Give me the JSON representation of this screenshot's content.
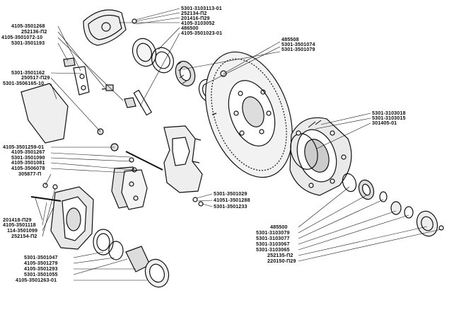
{
  "title": "Front brake mechanism and wheel hub assembly (exploded view)",
  "labels": {
    "top_right": [
      "5301-3103113-01",
      "252134-П2",
      "201416-П29",
      "4105-3103052",
      "486500",
      "4105-3501023-01"
    ],
    "upper_left": [
      "4105-3501268",
      "252136-П2",
      "4105-3501072-10",
      "5301-3501193"
    ],
    "left_mid": [
      "5301-3501162",
      "250517-П29",
      "5301-3506165-10"
    ],
    "disc_right": [
      "485508",
      "5301-3501074",
      "5301-3501079"
    ],
    "hub_right": [
      "5301-3103018",
      "5301-3103015",
      "301405-01"
    ],
    "caliper_left": [
      "4105-3501259-01",
      "4105-3501267",
      "5301-3501090",
      "4105-3501081",
      "4105-3506078",
      "305877-П"
    ],
    "carrier_bottom": [
      "5301-3501029",
      "41051-3501288",
      "5301-3501233"
    ],
    "bolt_left": [
      "201418-П29",
      "4105-3501118",
      "114-3501099",
      "252154-П2"
    ],
    "hub_bottom": [
      "485500",
      "5301-3103079",
      "5301-3103077",
      "5301-3103067",
      "5301-3103065",
      "252135-П2",
      "220150-П29"
    ],
    "piston_bottom": [
      "5301-3501047",
      "4105-3501279",
      "4105-3501293",
      "5301-3501055",
      "4105-3501263-01"
    ]
  }
}
